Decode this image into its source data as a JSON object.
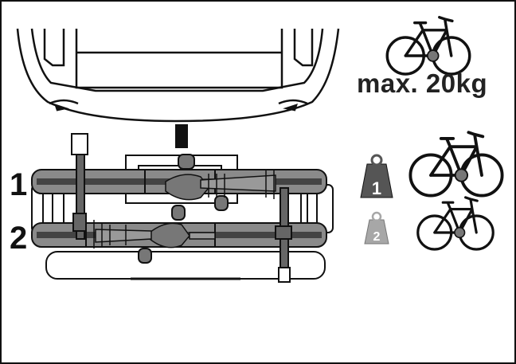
{
  "max_load": "max. 20kg",
  "positions": [
    {
      "number": "1",
      "weight_badge": "1"
    },
    {
      "number": "2",
      "weight_badge": "2"
    }
  ],
  "colors": {
    "outline": "#111111",
    "rail": "#8a8a8a",
    "weight_dark": "#555555",
    "weight_light": "#a7a7a7",
    "bike_fill": "#777777"
  },
  "icons": [
    "car-rear-icon",
    "bike-rack-icon",
    "bicycle-icon",
    "weight-1-icon",
    "weight-2-icon"
  ]
}
